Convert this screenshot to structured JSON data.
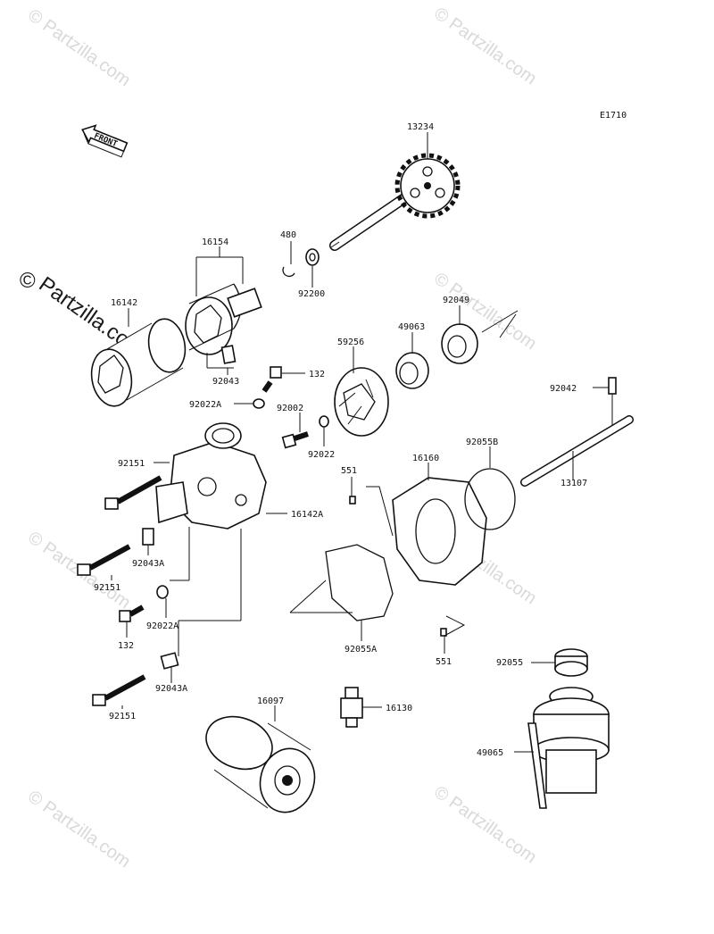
{
  "diagram_code": "E1710",
  "front_label": "FRONT",
  "watermark": {
    "text": "© Partzilla.com",
    "symbol": "©",
    "large_text": "Partzilla.com"
  },
  "part_labels": {
    "p13234": "13234",
    "p480": "480",
    "p92200": "92200",
    "p16154": "16154",
    "p16142": "16142",
    "p92043": "92043",
    "p132a": "132",
    "p59256": "59256",
    "p49063": "49063",
    "p92049": "92049",
    "p92022A": "92022A",
    "p92002": "92002",
    "p92022": "92022",
    "p92042": "92042",
    "p92151a": "92151",
    "p92055B": "92055B",
    "p16160": "16160",
    "p551a": "551",
    "p13107": "13107",
    "p16142A": "16142A",
    "p92043Aa": "92043A",
    "p92151b": "92151",
    "p92022A2": "92022A",
    "p132b": "132",
    "p92055A": "92055A",
    "p551b": "551",
    "p92055": "92055",
    "p92043Ab": "92043A",
    "p92151c": "92151",
    "p16097": "16097",
    "p16130": "16130",
    "p49065": "49065"
  }
}
